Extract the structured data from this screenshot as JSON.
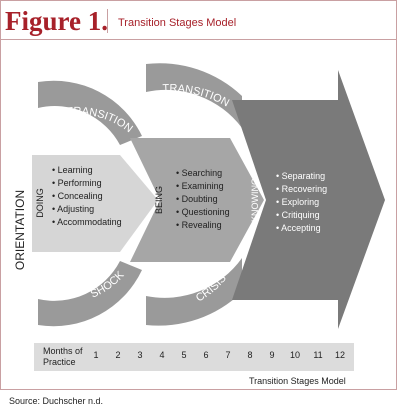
{
  "figure": {
    "label": "Figure 1.",
    "subtitle": "Transition Stages Model"
  },
  "diagram": {
    "vertical_label": "ORIENTATION",
    "arcs": {
      "upper_left": "TRANSITION",
      "lower_left": "SHOCK",
      "upper_mid": "TRANSITION",
      "lower_mid": "CRISIS"
    },
    "stages": [
      {
        "name": "DOING",
        "items": [
          "• Learning",
          "• Performing",
          "• Concealing",
          "• Adjusting",
          "• Accommodating"
        ]
      },
      {
        "name": "BEING",
        "items": [
          "• Searching",
          "• Examining",
          "• Doubting",
          "• Questioning",
          "• Revealing"
        ]
      },
      {
        "name": "KNOWING",
        "items": [
          "• Separating",
          "• Recovering",
          "• Exploring",
          "• Critiquing",
          "• Accepting"
        ]
      }
    ]
  },
  "timeline": {
    "label_line1": "Months of",
    "label_line2": "Practice",
    "months": [
      "1",
      "2",
      "3",
      "4",
      "5",
      "6",
      "7",
      "8",
      "9",
      "10",
      "11",
      "12"
    ]
  },
  "caption": "Transition Stages Model",
  "source": "Source: Duchscher n.d.",
  "colors": {
    "title_red": "#a7212a",
    "light_gray": "#d6d6d6",
    "mid_gray": "#a6a6a6",
    "dark_gray": "#7a7a7a",
    "arc_gray": "#9a9a9a"
  }
}
